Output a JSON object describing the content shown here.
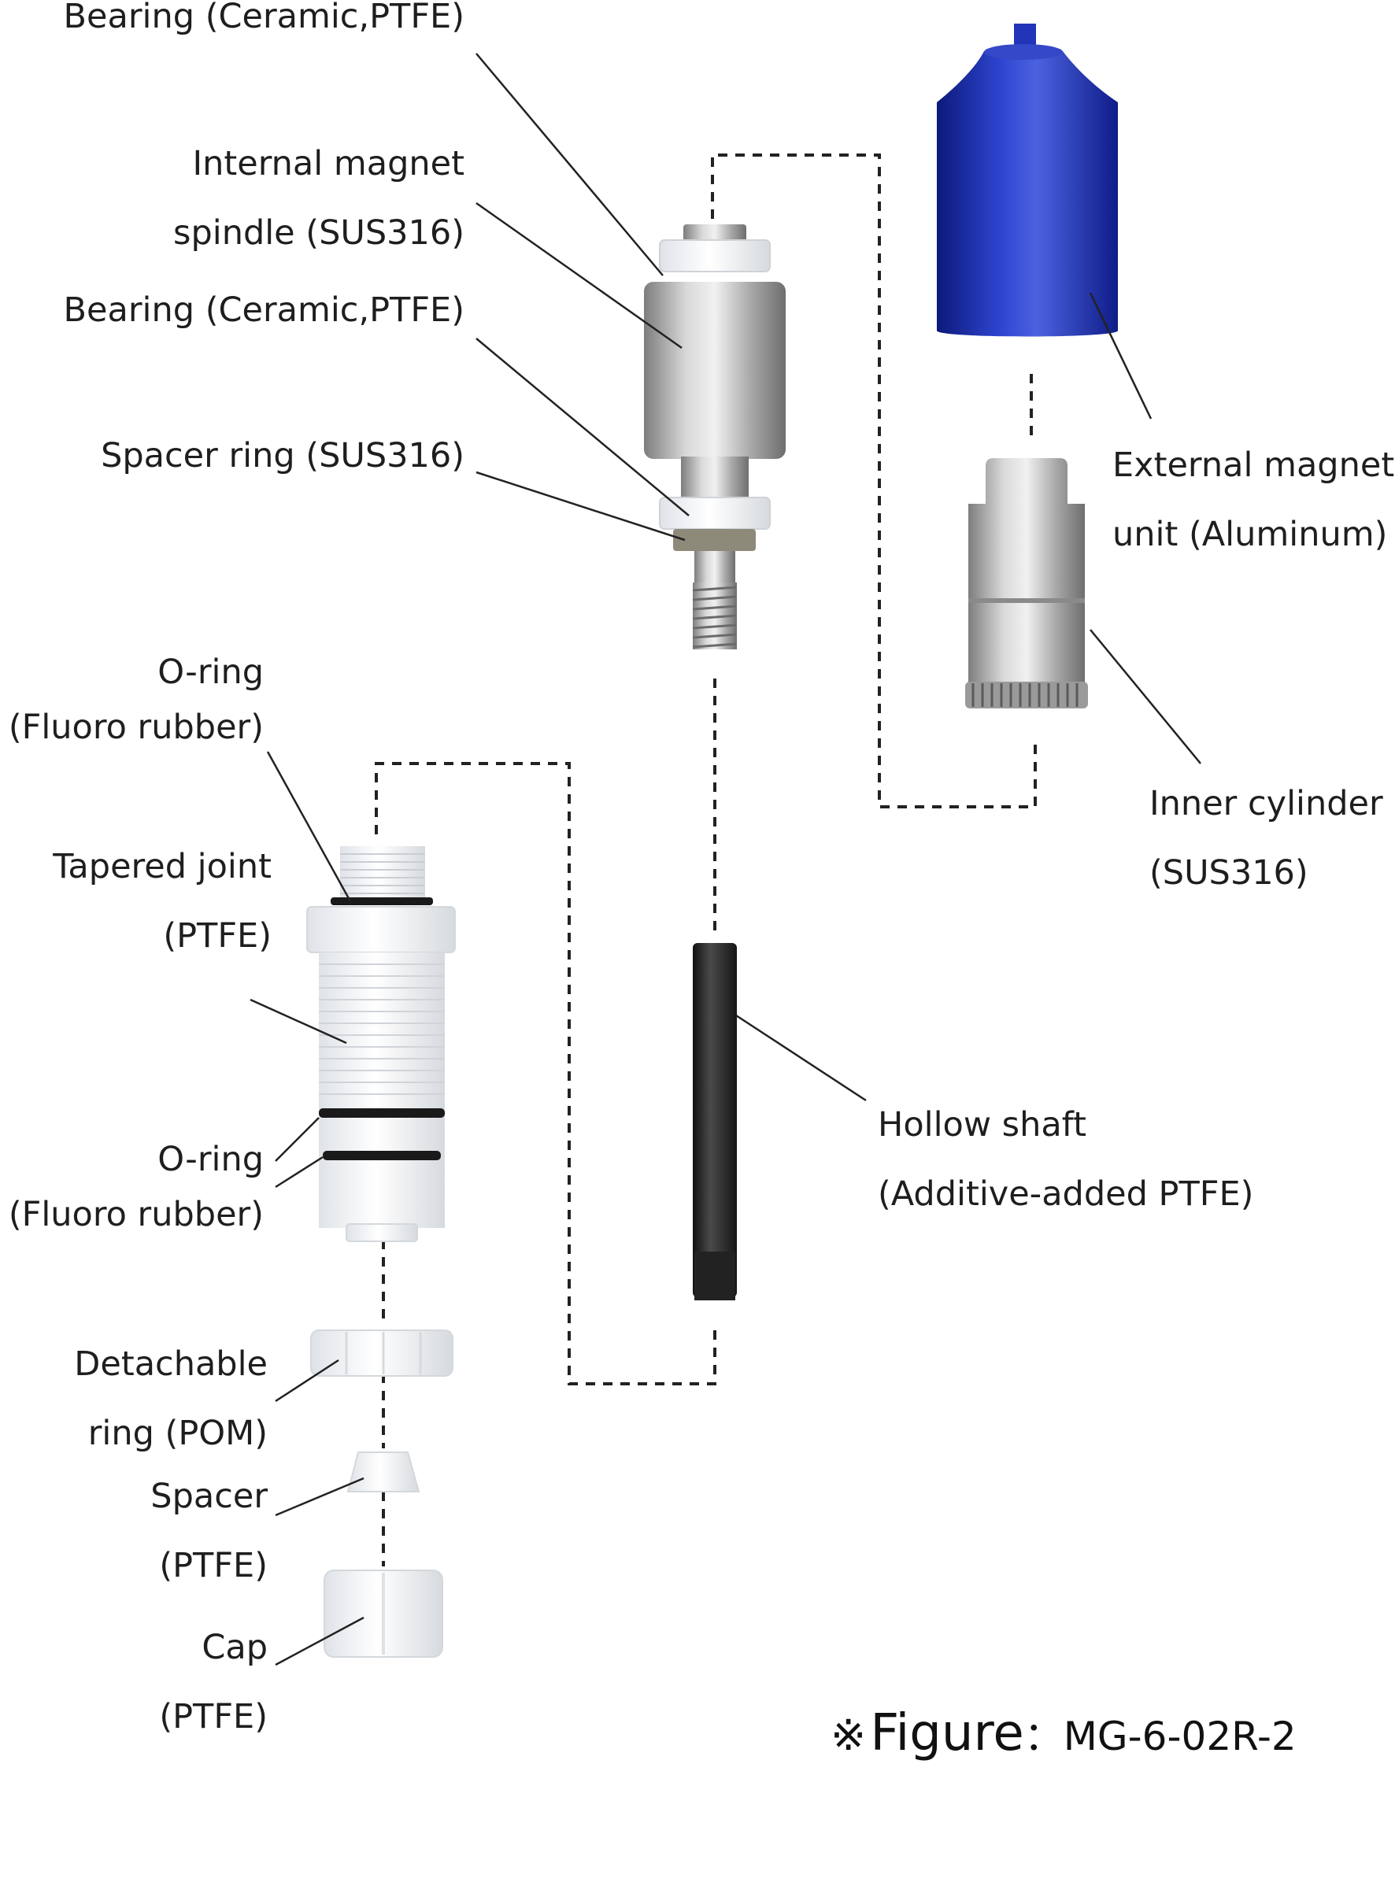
{
  "labels": {
    "bearing_top": "Bearing (Ceramic,PTFE)",
    "internal_magnet_1": "Internal magnet",
    "internal_magnet_2": "spindle (SUS316)",
    "bearing_bottom": "Bearing (Ceramic,PTFE)",
    "spacer_ring": "Spacer ring (SUS316)",
    "external_magnet_1": "External magnet",
    "external_magnet_2": "unit (Aluminum)",
    "inner_cylinder_1": "Inner cylinder",
    "inner_cylinder_2": "(SUS316)",
    "oring_top_1": "O-ring",
    "oring_top_2": "(Fluoro rubber)",
    "tapered_joint_1": "Tapered joint",
    "tapered_joint_2": "(PTFE)",
    "oring_bottom_1": "O-ring",
    "oring_bottom_2": "(Fluoro rubber)",
    "hollow_shaft_1": "Hollow shaft",
    "hollow_shaft_2": "(Additive-added PTFE)",
    "detachable_ring_1": "Detachable",
    "detachable_ring_2": "ring (POM)",
    "spacer_1": "Spacer",
    "spacer_2": "(PTFE)",
    "cap_1": "Cap",
    "cap_2": "(PTFE)"
  },
  "figure_caption": {
    "mark": "※",
    "word": "Figure",
    "code": "：MG-6-02R-2"
  },
  "colors": {
    "external_magnet": "#1b2aa8",
    "steel": "#b8b8b8",
    "ptfe_white": "#f4f6f8",
    "oring_black": "#1a1a1a",
    "hollow_shaft": "#2a2a2a"
  }
}
